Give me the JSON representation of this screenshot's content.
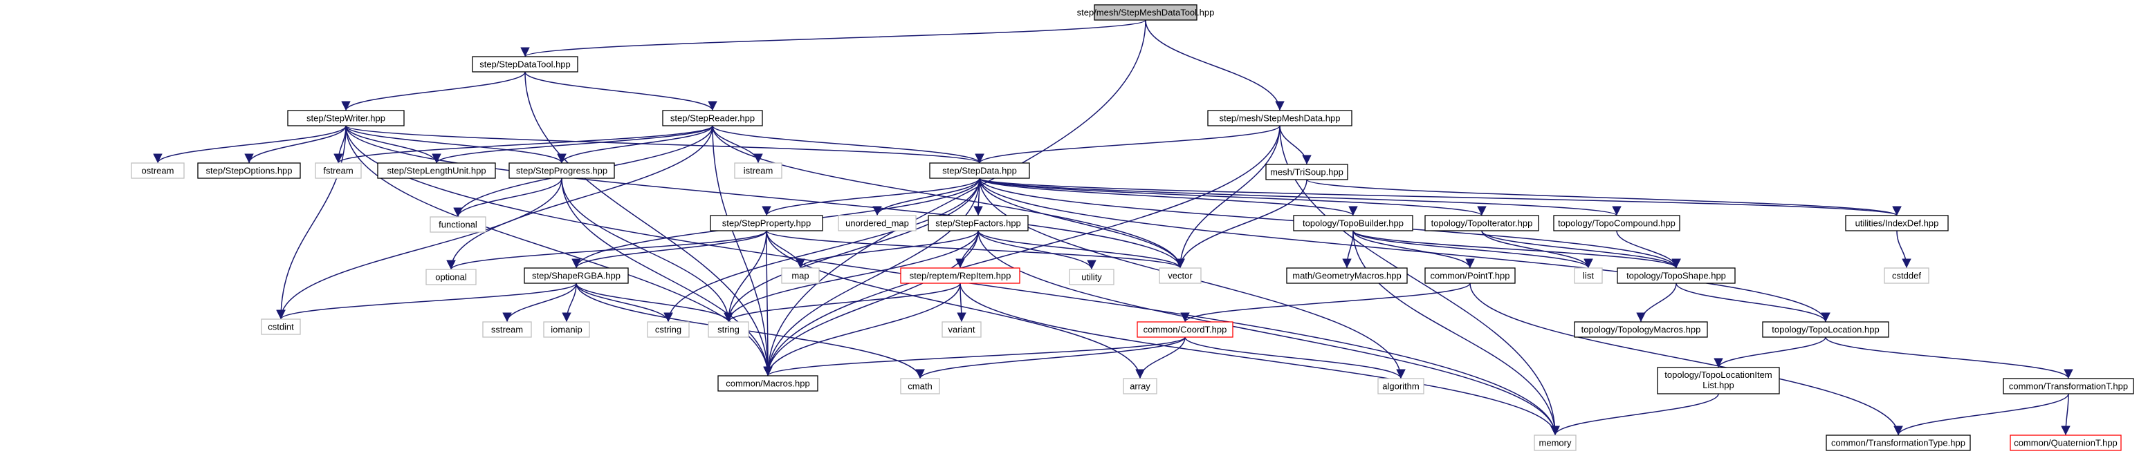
{
  "colors": {
    "edge": "#191970",
    "root_fill": "#bfbfbf",
    "node_border": "#000000",
    "system_border": "#bfbfbf",
    "incomplete_border": "#ff0000",
    "node_fill": "#ffffff",
    "text": "#000000"
  },
  "nodes": [
    {
      "id": "root",
      "label": "step/mesh/StepMeshDataTool.hpp",
      "kind": "root"
    },
    {
      "id": "datatool",
      "label": "step/StepDataTool.hpp",
      "kind": "normal"
    },
    {
      "id": "meshdata",
      "label": "step/mesh/StepMeshData.hpp",
      "kind": "normal"
    },
    {
      "id": "writer",
      "label": "step/StepWriter.hpp",
      "kind": "normal"
    },
    {
      "id": "reader",
      "label": "step/StepReader.hpp",
      "kind": "normal"
    },
    {
      "id": "trisoup",
      "label": "mesh/TriSoup.hpp",
      "kind": "normal"
    },
    {
      "id": "ostream",
      "label": "ostream",
      "kind": "system"
    },
    {
      "id": "options",
      "label": "step/StepOptions.hpp",
      "kind": "normal"
    },
    {
      "id": "fstream",
      "label": "fstream",
      "kind": "system"
    },
    {
      "id": "lengthunit",
      "label": "step/StepLengthUnit.hpp",
      "kind": "normal"
    },
    {
      "id": "progress",
      "label": "step/StepProgress.hpp",
      "kind": "normal"
    },
    {
      "id": "istream",
      "label": "istream",
      "kind": "system"
    },
    {
      "id": "stepdata",
      "label": "step/StepData.hpp",
      "kind": "normal"
    },
    {
      "id": "indexdef",
      "label": "utilities/IndexDef.hpp",
      "kind": "normal"
    },
    {
      "id": "functional",
      "label": "functional",
      "kind": "system"
    },
    {
      "id": "property",
      "label": "step/StepProperty.hpp",
      "kind": "normal"
    },
    {
      "id": "unordered_map",
      "label": "unordered_map",
      "kind": "system"
    },
    {
      "id": "factors",
      "label": "step/StepFactors.hpp",
      "kind": "normal"
    },
    {
      "id": "topobuilder",
      "label": "topology/TopoBuilder.hpp",
      "kind": "normal"
    },
    {
      "id": "topoiterator",
      "label": "topology/TopoIterator.hpp",
      "kind": "normal"
    },
    {
      "id": "topocompound",
      "label": "topology/TopoCompound.hpp",
      "kind": "normal"
    },
    {
      "id": "cstddef",
      "label": "cstddef",
      "kind": "system"
    },
    {
      "id": "optional",
      "label": "optional",
      "kind": "system"
    },
    {
      "id": "shapergba",
      "label": "step/ShapeRGBA.hpp",
      "kind": "normal"
    },
    {
      "id": "map",
      "label": "map",
      "kind": "system"
    },
    {
      "id": "repitem",
      "label": "step/reptem/RepItem.hpp",
      "kind": "incomplete"
    },
    {
      "id": "utility",
      "label": "utility",
      "kind": "system"
    },
    {
      "id": "vector",
      "label": "vector",
      "kind": "system"
    },
    {
      "id": "geommacros",
      "label": "math/GeometryMacros.hpp",
      "kind": "normal"
    },
    {
      "id": "pointt",
      "label": "common/PointT.hpp",
      "kind": "normal"
    },
    {
      "id": "list",
      "label": "list",
      "kind": "system"
    },
    {
      "id": "toposhape",
      "label": "topology/TopoShape.hpp",
      "kind": "normal"
    },
    {
      "id": "cstdint",
      "label": "cstdint",
      "kind": "system"
    },
    {
      "id": "sstream",
      "label": "sstream",
      "kind": "system"
    },
    {
      "id": "iomanip",
      "label": "iomanip",
      "kind": "system"
    },
    {
      "id": "cstring",
      "label": "cstring",
      "kind": "system"
    },
    {
      "id": "string",
      "label": "string",
      "kind": "system"
    },
    {
      "id": "variant",
      "label": "variant",
      "kind": "system"
    },
    {
      "id": "topomacros",
      "label": "topology/TopologyMacros.hpp",
      "kind": "normal"
    },
    {
      "id": "topolocation",
      "label": "topology/TopoLocation.hpp",
      "kind": "normal"
    },
    {
      "id": "coordt",
      "label": "common/CoordT.hpp",
      "kind": "incomplete"
    },
    {
      "id": "macros",
      "label": "common/Macros.hpp",
      "kind": "normal"
    },
    {
      "id": "cmath",
      "label": "cmath",
      "kind": "system"
    },
    {
      "id": "array",
      "label": "array",
      "kind": "system"
    },
    {
      "id": "algorithm",
      "label": "algorithm",
      "kind": "system"
    },
    {
      "id": "locitemlist",
      "label": "topology/TopoLocationItem List.hpp",
      "kind": "normal"
    },
    {
      "id": "transformationt",
      "label": "common/TransformationT.hpp",
      "kind": "normal"
    },
    {
      "id": "memory",
      "label": "memory",
      "kind": "system"
    },
    {
      "id": "transformtype",
      "label": "common/TransformationType.hpp",
      "kind": "normal"
    },
    {
      "id": "quaternion",
      "label": "common/QuaternionT.hpp",
      "kind": "incomplete"
    }
  ],
  "edges": [
    [
      "root",
      "datatool"
    ],
    [
      "root",
      "meshdata"
    ],
    [
      "root",
      "macros"
    ],
    [
      "datatool",
      "writer"
    ],
    [
      "datatool",
      "reader"
    ],
    [
      "datatool",
      "macros"
    ],
    [
      "meshdata",
      "stepdata"
    ],
    [
      "meshdata",
      "trisoup"
    ],
    [
      "meshdata",
      "vector"
    ],
    [
      "meshdata",
      "macros"
    ],
    [
      "meshdata",
      "memory"
    ],
    [
      "writer",
      "ostream"
    ],
    [
      "writer",
      "options"
    ],
    [
      "writer",
      "fstream"
    ],
    [
      "writer",
      "lengthunit"
    ],
    [
      "writer",
      "progress"
    ],
    [
      "writer",
      "stepdata"
    ],
    [
      "writer",
      "cstdint"
    ],
    [
      "writer",
      "macros"
    ],
    [
      "writer",
      "memory"
    ],
    [
      "writer",
      "vector"
    ],
    [
      "reader",
      "fstream"
    ],
    [
      "reader",
      "lengthunit"
    ],
    [
      "reader",
      "progress"
    ],
    [
      "reader",
      "istream"
    ],
    [
      "reader",
      "stepdata"
    ],
    [
      "reader",
      "functional"
    ],
    [
      "reader",
      "optional"
    ],
    [
      "reader",
      "vector"
    ],
    [
      "reader",
      "macros"
    ],
    [
      "trisoup",
      "vector"
    ],
    [
      "trisoup",
      "indexdef"
    ],
    [
      "progress",
      "functional"
    ],
    [
      "progress",
      "cstdint"
    ],
    [
      "progress",
      "macros"
    ],
    [
      "progress",
      "string"
    ],
    [
      "stepdata",
      "property"
    ],
    [
      "stepdata",
      "unordered_map"
    ],
    [
      "stepdata",
      "factors"
    ],
    [
      "stepdata",
      "topobuilder"
    ],
    [
      "stepdata",
      "topoiterator"
    ],
    [
      "stepdata",
      "topocompound"
    ],
    [
      "stepdata",
      "indexdef"
    ],
    [
      "stepdata",
      "shapergba"
    ],
    [
      "stepdata",
      "vector"
    ],
    [
      "stepdata",
      "string"
    ],
    [
      "stepdata",
      "macros"
    ],
    [
      "stepdata",
      "cstring"
    ],
    [
      "stepdata",
      "toposhape"
    ],
    [
      "stepdata",
      "topolocation"
    ],
    [
      "stepdata",
      "algorithm"
    ],
    [
      "indexdef",
      "cstddef"
    ],
    [
      "property",
      "optional"
    ],
    [
      "property",
      "shapergba"
    ],
    [
      "property",
      "map"
    ],
    [
      "property",
      "vector"
    ],
    [
      "property",
      "string"
    ],
    [
      "property",
      "macros"
    ],
    [
      "property",
      "array"
    ],
    [
      "factors",
      "map"
    ],
    [
      "factors",
      "repitem"
    ],
    [
      "factors",
      "utility"
    ],
    [
      "factors",
      "vector"
    ],
    [
      "factors",
      "string"
    ],
    [
      "factors",
      "macros"
    ],
    [
      "factors",
      "memory"
    ],
    [
      "topobuilder",
      "geommacros"
    ],
    [
      "topobuilder",
      "pointt"
    ],
    [
      "topobuilder",
      "list"
    ],
    [
      "topobuilder",
      "toposhape"
    ],
    [
      "topobuilder",
      "memory"
    ],
    [
      "topoiterator",
      "list"
    ],
    [
      "topoiterator",
      "toposhape"
    ],
    [
      "topocompound",
      "toposhape"
    ],
    [
      "shapergba",
      "cstdint"
    ],
    [
      "shapergba",
      "sstream"
    ],
    [
      "shapergba",
      "iomanip"
    ],
    [
      "shapergba",
      "cstring"
    ],
    [
      "shapergba",
      "string"
    ],
    [
      "shapergba",
      "cmath"
    ],
    [
      "repitem",
      "string"
    ],
    [
      "repitem",
      "variant"
    ],
    [
      "repitem",
      "macros"
    ],
    [
      "repitem",
      "memory"
    ],
    [
      "pointt",
      "coordt"
    ],
    [
      "pointt",
      "transformtype"
    ],
    [
      "toposhape",
      "topomacros"
    ],
    [
      "toposhape",
      "topolocation"
    ],
    [
      "topolocation",
      "locitemlist"
    ],
    [
      "topolocation",
      "transformationt"
    ],
    [
      "coordt",
      "macros"
    ],
    [
      "coordt",
      "cmath"
    ],
    [
      "coordt",
      "array"
    ],
    [
      "coordt",
      "algorithm"
    ],
    [
      "locitemlist",
      "memory"
    ],
    [
      "transformationt",
      "transformtype"
    ],
    [
      "transformationt",
      "quaternion"
    ]
  ]
}
